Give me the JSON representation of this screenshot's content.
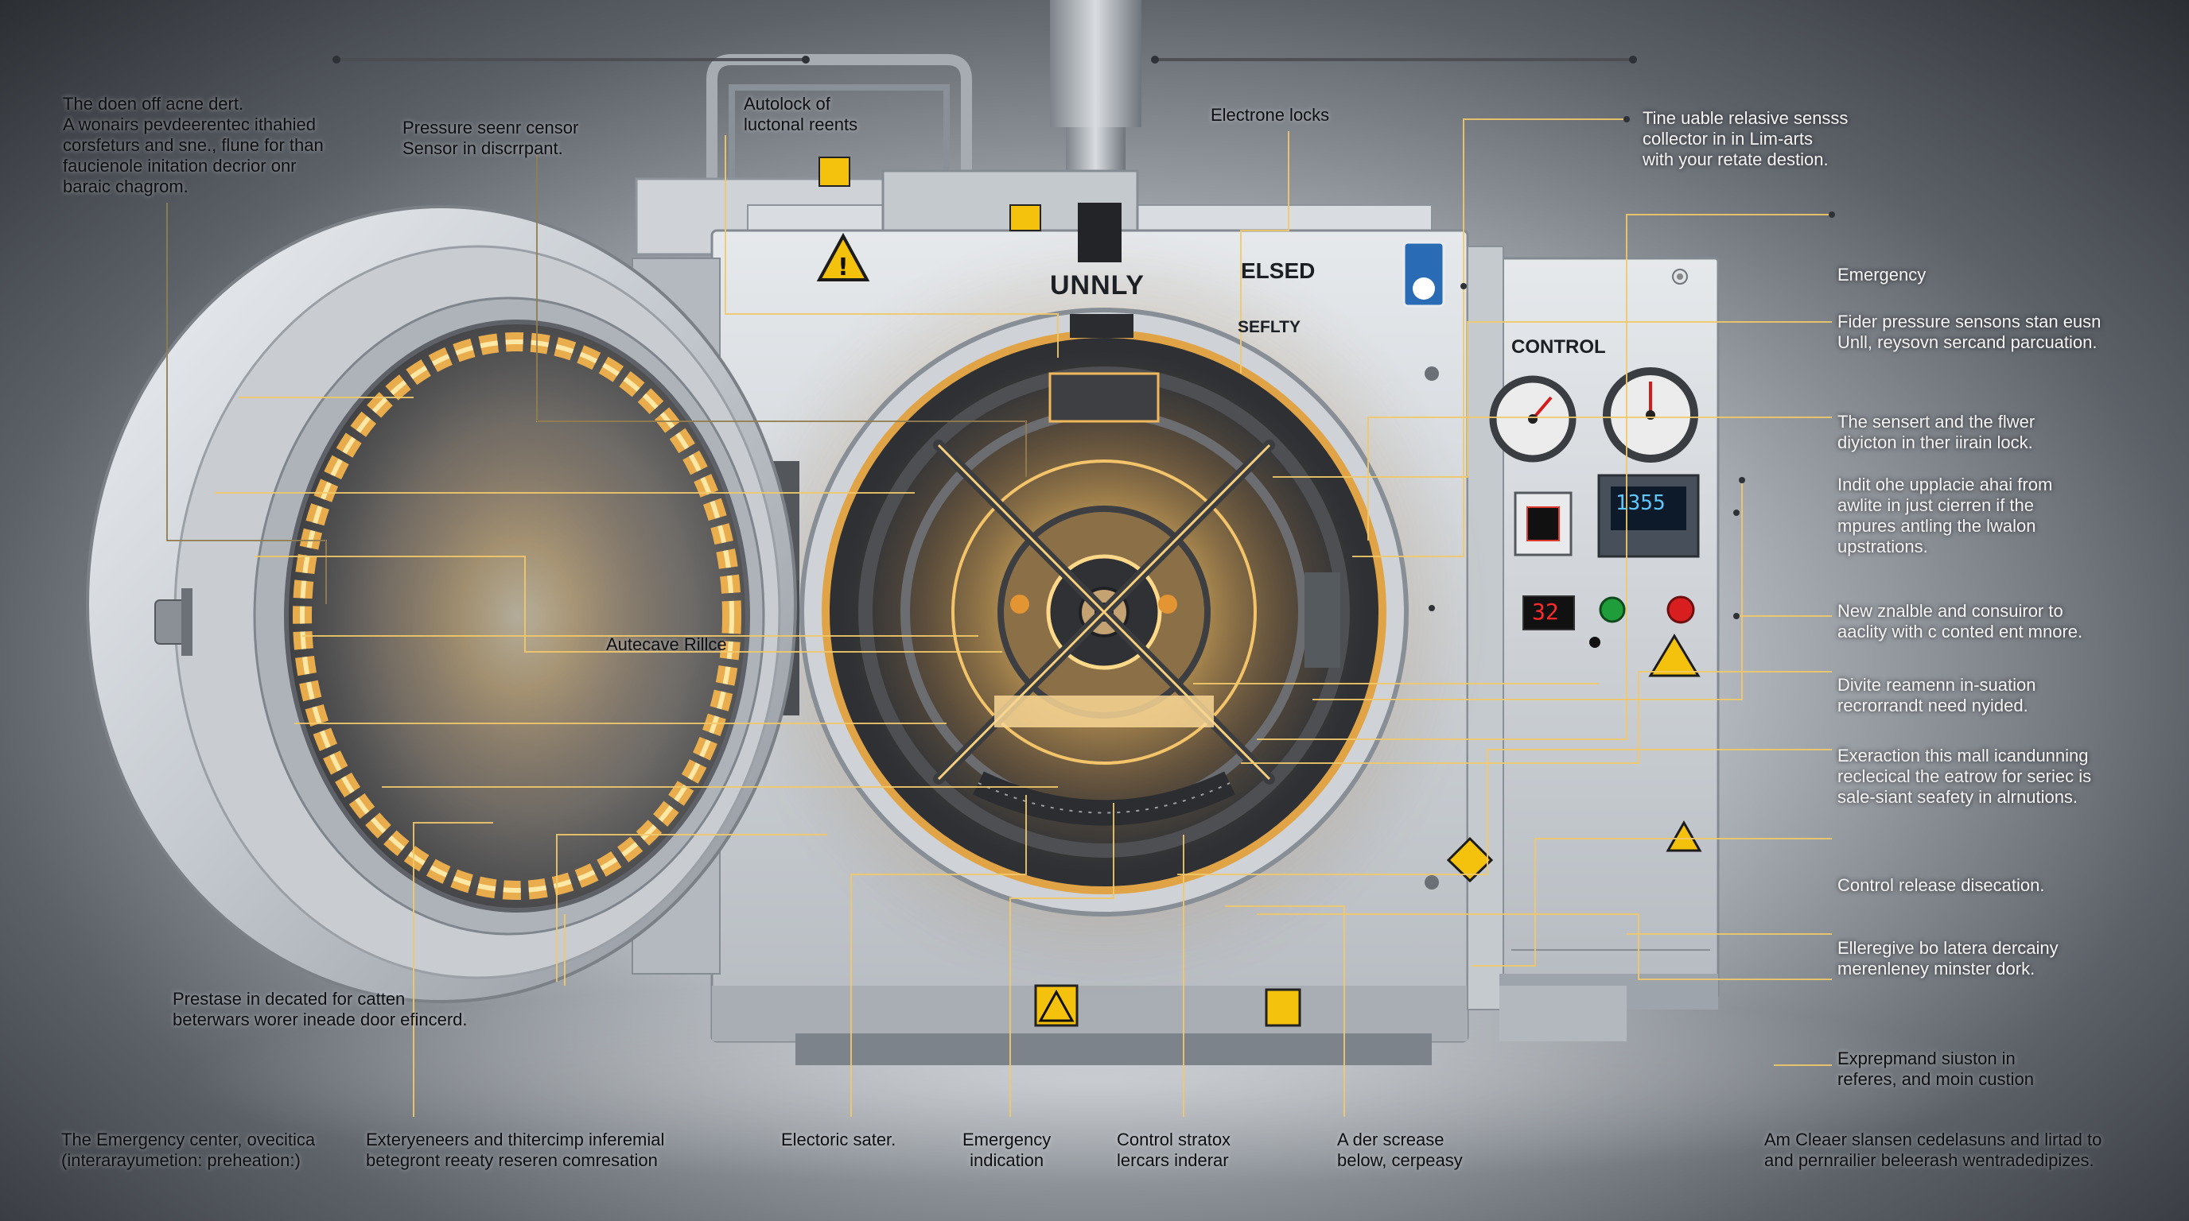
{
  "colors": {
    "accent": "#e8b04a",
    "glow": "#f5c060",
    "warning": "#f4c20d",
    "display_red": "#ff2a2a",
    "display_blue": "#5fc8ff",
    "indicator_red": "#d81e1e",
    "indicator_green": "#1f9d3a"
  },
  "machine": {
    "main_label": "UNNLY",
    "elsed_label": "ELSED",
    "safety_label": "SEFLTY",
    "control_label": "CONTROL",
    "red_display": "32",
    "lcd_value": "1355",
    "small_panel_text": "Autecave Rillce"
  },
  "callouts": {
    "top_left": [
      "The doen off acne dert.",
      "A wonairs pevdeerentec ithahied",
      "corsfeturs and sne., flune for than",
      "faucienole initation decrior onr",
      "baraic chagrom."
    ],
    "pressure_sensor": [
      "Pressure seenr censor",
      "Sensor in discrrpant."
    ],
    "autolock": [
      "Autolock of",
      "luctonal reents"
    ],
    "electrone_locks": [
      "Electrone locks"
    ],
    "top_right": [
      "Tine uable relasive sensss",
      "collector in in Lim-arts",
      "with your retate destion."
    ],
    "emergency": [
      "Emergency"
    ],
    "fider": [
      "Fider pressure sensons stan eusn",
      "Unll, reysovn sercand parcuation."
    ],
    "sensert": [
      "The sensert and the flwer",
      "diyicton in ther iirain lock."
    ],
    "indit": [
      "Indit ohe upplacie ahai from",
      "awlite in just cierren if the",
      "mpures antling the lwalon",
      "upstrations."
    ],
    "new_znalble": [
      "New znalble and consuiror to",
      "aaclity with c conted ent mnore."
    ],
    "divite": [
      "Divite reamenn in-suation",
      "recrorrandt need nyided."
    ],
    "exeraction": [
      "Exeraction this mall icandunning",
      "reclecical the eatrow for seriec is",
      "sale-siant seafety in alrnutions."
    ],
    "control_release": [
      "Control release disecation."
    ],
    "elleregive": [
      "Elleregive bo latera dercainy",
      "merenleney minster dork."
    ],
    "exprepmand": [
      "Exprepmand siuston in",
      "referes, and moin custion"
    ],
    "prestase": [
      "Prestase in decated for catten",
      "beterwars worer ineade door efincerd."
    ],
    "bottom_1": [
      "The Emergency center, ovecitica",
      "(interarayumetion: preheation:)"
    ],
    "bottom_2": [
      "Exteryeneers and thitercimp inferemial",
      "betegront reeaty reseren comresation"
    ],
    "bottom_3": [
      "Electoric sater."
    ],
    "bottom_4": [
      "Emergency",
      "indication"
    ],
    "bottom_5": [
      "Control stratox",
      "lercars inderar"
    ],
    "bottom_6": [
      "A der screase",
      "below, cerpeasy"
    ],
    "bottom_7": [
      "Am Cleaer slansen cedelasuns and lirtad to",
      "and pernrailier beleerash wentradedipizes."
    ]
  }
}
